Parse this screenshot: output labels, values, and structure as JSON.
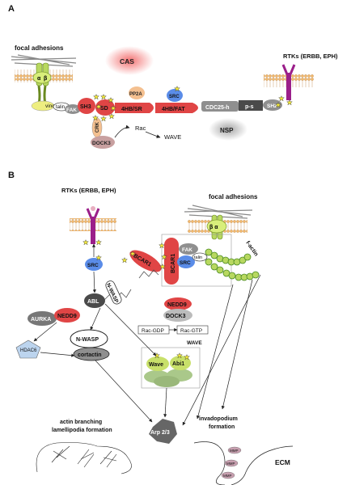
{
  "panel_a": {
    "label": "A",
    "focal_adhesions": "focal adhesions",
    "rtks": "RTKs (ERBB, EPH)",
    "alpha": "α",
    "beta": "β",
    "vinculin": "vinculin",
    "talin": "talin",
    "fak": "FAK",
    "sh3": "SH3",
    "sd": "SD",
    "crk": "CRK",
    "dock3": "DOCK3",
    "pp2a": "PP2A",
    "hb_sr": "4HB/SR",
    "src": "SRC",
    "hb_fat": "4HB/FAT",
    "cdc25": "CDC25-h",
    "ps": "p-s",
    "sh2": "SH2",
    "cas": "CAS",
    "nsp": "NSP",
    "rac": "Rac",
    "wave": "WAVE"
  },
  "panel_b": {
    "label": "B",
    "rtks": "RTKs (ERBB, EPH)",
    "focal_adhesions": "focal adhesions",
    "src": "SRC",
    "bcar1_diag": "BCAR1",
    "bcar1": "BCAR1",
    "fak": "FAK",
    "src2": "SRC",
    "talin": "talin",
    "factin": "f-actin",
    "beta_alpha": "β α",
    "aurka": "AURKA",
    "nedd9": "NEDD9",
    "abl": "ABL",
    "nwasp_tag": "N-WASP",
    "nedd9_b": "NEDD9",
    "dock3": "DOCK3",
    "rac_gdp": "Rac-GDP",
    "rac_gtp": "Rac-GTP",
    "wave_label": "WAVE",
    "hdac6": "HDAC6",
    "nwasp": "N-WASP",
    "cortactin": "cortactin",
    "wave": "Wave",
    "abi1": "Abi1",
    "arp": "Arp 2/3",
    "actin_branching": "actin branching",
    "lamellipodia": "lamellipodia formation",
    "invadopodium": "invadopodium",
    "formation": "formation",
    "ecm": "ECM",
    "mmp1": "MMP",
    "mmp2": "MMP",
    "mmp3": "MMP"
  },
  "colors": {
    "red": "#e04545",
    "green": "#c8e06a",
    "purple": "#9b1f8a",
    "grey": "#8f8f8f",
    "blue": "#5a8ce8",
    "yellow": "#eeee80",
    "pink": "#e8aec0",
    "orange": "#f4c090",
    "dark": "#4a4a4a"
  }
}
